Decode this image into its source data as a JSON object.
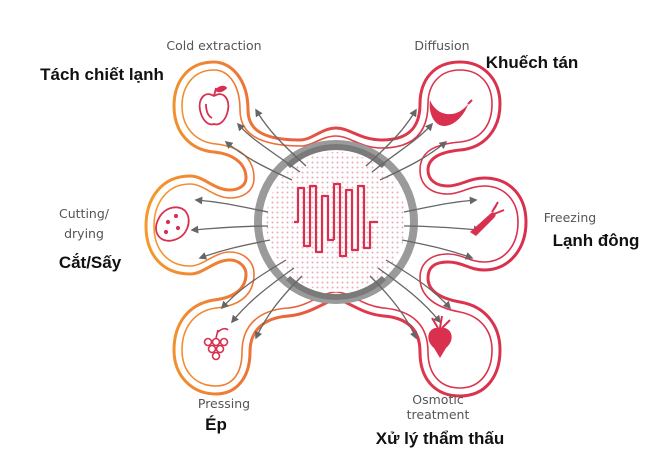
{
  "diagram": {
    "center_icon": "pulsed-electric-field-chamber",
    "colors": {
      "orange": "#f39a2b",
      "red": "#d8304e",
      "gray_ring": "#8b8b8b",
      "arrow": "#666666"
    },
    "nodes": [
      {
        "id": "cold-extraction",
        "label_en": "Cold extraction",
        "label_vi": "Tách chiết lạnh",
        "icon": "apple-icon"
      },
      {
        "id": "diffusion",
        "label_en": "Diffusion",
        "label_vi": "Khuếch tán",
        "icon": "banana-icon"
      },
      {
        "id": "cutting-drying",
        "label_en_1": "Cutting/",
        "label_en_2": "drying",
        "label_vi": "Cắt/Sấy",
        "icon": "potato-icon"
      },
      {
        "id": "freezing",
        "label_en": "Freezing",
        "label_vi": "Lạnh đông",
        "icon": "carrot-icon"
      },
      {
        "id": "pressing",
        "label_en": "Pressing",
        "label_vi": "Ép",
        "icon": "grapes-icon"
      },
      {
        "id": "osmotic-treatment",
        "label_en_1": "Osmotic",
        "label_en_2": "treatment",
        "label_vi": "Xử lý thẩm thấu",
        "icon": "beet-icon"
      }
    ]
  }
}
